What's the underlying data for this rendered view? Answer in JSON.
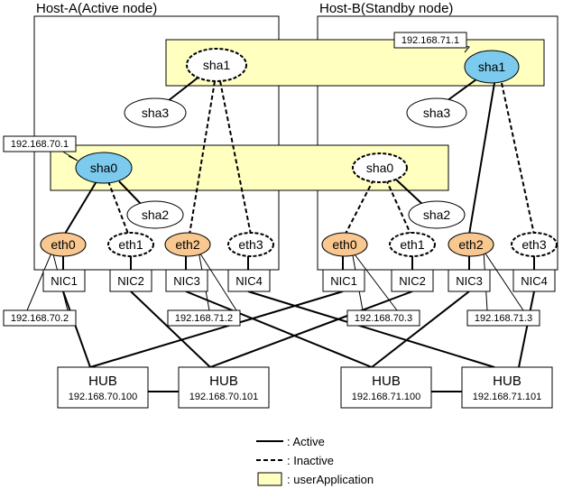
{
  "hosts": {
    "a": {
      "title": "Host-A(Active node)"
    },
    "b": {
      "title": "Host-B(Standby node)"
    }
  },
  "nodes": {
    "sha1_a": "sha1",
    "sha3_a": "sha3",
    "sha1_b": "sha1",
    "sha3_b": "sha3",
    "sha0_a": "sha0",
    "sha2_a": "sha2",
    "sha0_b": "sha0",
    "sha2_b": "sha2",
    "a_eth0": "eth0",
    "a_eth1": "eth1",
    "a_eth2": "eth2",
    "a_eth3": "eth3",
    "b_eth0": "eth0",
    "b_eth1": "eth1",
    "b_eth2": "eth2",
    "b_eth3": "eth3"
  },
  "nics": {
    "a": [
      "NIC1",
      "NIC2",
      "NIC3",
      "NIC4"
    ],
    "b": [
      "NIC1",
      "NIC2",
      "NIC3",
      "NIC4"
    ]
  },
  "ip_labels": {
    "b_sha1": "192.168.71.1",
    "a_sha0": "192.168.70.1",
    "a_eth0": "192.168.70.2",
    "a_eth2": "192.168.71.2",
    "b_eth0": "192.168.70.3",
    "b_eth2": "192.168.71.3"
  },
  "hubs": [
    {
      "name": "HUB",
      "ip": "192.168.70.100"
    },
    {
      "name": "HUB",
      "ip": "192.168.70.101"
    },
    {
      "name": "HUB",
      "ip": "192.168.71.100"
    },
    {
      "name": "HUB",
      "ip": "192.168.71.101"
    }
  ],
  "legend": {
    "active": ": Active",
    "inactive": ": Inactive",
    "userapp": ": userApplication"
  },
  "colors": {
    "userapp_fill": "#ffffc0",
    "active_blue": "#7ccbee",
    "eth_orange": "#f8c890"
  }
}
